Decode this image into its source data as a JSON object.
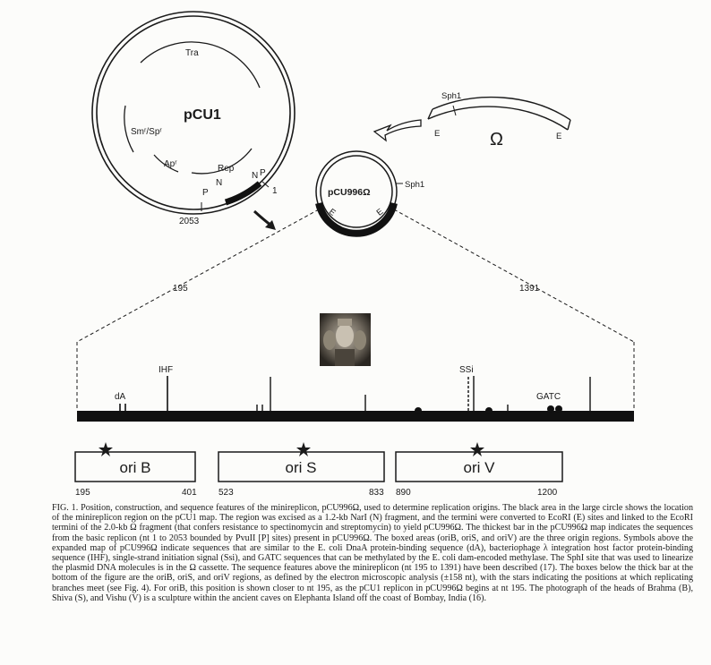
{
  "plasmid_pcu1": {
    "name": "pCU1",
    "tra_label": "Tra",
    "sm_sp_label": "Smʳ/Spʳ",
    "ap_label": "Apʳ",
    "rep_label": "Rep",
    "p_label": "P",
    "n_label_1": "N",
    "n_label_2": "N",
    "p_label_2": "P",
    "one_label": "1",
    "coord_2053": "2053"
  },
  "omega_fragment": {
    "sph1_label": "Sph1",
    "omega_label": "Ω",
    "e_left": "E",
    "e_right": "E"
  },
  "plasmid_pcu996": {
    "name": "pCU996Ω",
    "sph1_label": "Sph1",
    "e_left": "E",
    "e_right": "E"
  },
  "expanded_map": {
    "start_coord": "195",
    "end_coord": "1391",
    "da_label": "dA",
    "ihf_label": "IHF",
    "ssi_label": "SSi",
    "gatc_label": "GATC"
  },
  "origin_boxes": [
    {
      "label": "ori B",
      "start": "195",
      "end": "401"
    },
    {
      "label": "ori S",
      "start": "523",
      "end": "833"
    },
    {
      "label": "ori V",
      "start": "890",
      "end": "1200"
    }
  ],
  "caption": {
    "text": "FIG. 1. Position, construction, and sequence features of the minireplicon, pCU996Ω, used to determine replication origins. The black area in the large circle shows the location of the minireplicon region on the pCU1 map. The region was excised as a 1.2-kb NarI (N) fragment, and the termini were converted to EcoRI (E) sites and linked to the EcoRI termini of the 2.0-kb Ω fragment (that confers resistance to spectinomycin and streptomycin) to yield pCU996Ω. The thickest bar in the pCU996Ω map indicates the sequences from the basic replicon (nt 1 to 2053 bounded by PvuII [P] sites) present in pCU996Ω. The boxed areas (oriB, oriS, and oriV) are the three origin regions. Symbols above the expanded map of pCU996Ω indicate sequences that are similar to the E. coli DnaA protein-binding sequence (dA), bacteriophage λ integration host factor protein-binding sequence (IHF), single-strand initiation signal (Ssi), and GATC sequences that can be methylated by the E. coli dam-encoded methylase. The SphI site that was used to linearize the plasmid DNA molecules is in the Ω cassette. The sequence features above the minireplicon (nt 195 to 1391) have been described (17). The boxes below the thick bar at the bottom of the figure are the oriB, oriS, and oriV regions, as defined by the electron microscopic analysis (±158 nt), with the stars indicating the positions at which replicating branches meet (see Fig. 4). For oriB, this position is shown closer to nt 195, as the pCU1 replicon in pCU996Ω begins at nt 195. The photograph of the heads of Brahma (B), Shiva (S), and Vishu (V) is a sculpture within the ancient caves on Elephanta Island off the coast of Bombay, India (16)."
  }
}
